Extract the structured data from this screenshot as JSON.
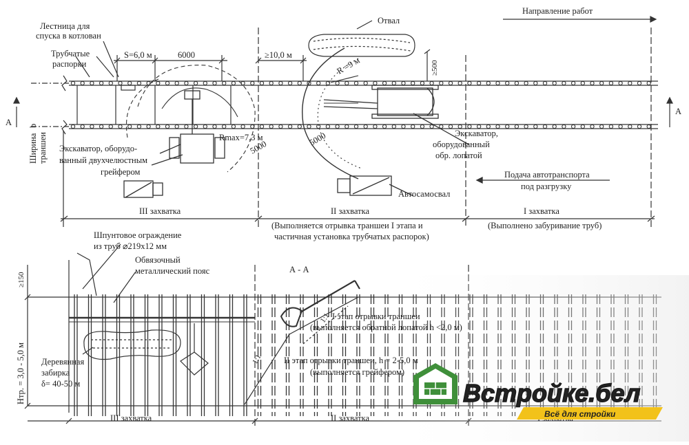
{
  "top": {
    "direction": "Направление работ",
    "ladder_line1": "Лестница для",
    "ladder_line2": "спуска в котлован",
    "struts_line1": "Трубчатые",
    "struts_line2": "распорки",
    "spacing": "S=6,0 м",
    "dim_6000": "6000",
    "dim_10": "≥10,0 м",
    "dim_500": "≥500",
    "spoil": "Отвал",
    "radius_shovel": "R   =9 м",
    "radius_grab": "Rmax=7,3 м",
    "dim_5000_a": "5000",
    "dim_5000_b": "5000",
    "section_left": "А",
    "section_right": "А",
    "width_line1": "Ширина",
    "width_line2": "траншеи",
    "width_b": "b",
    "grab_line1": "Экскаватор, оборудо-",
    "grab_line2": "ванный двухчелюстным",
    "grab_line3": "грейфером",
    "shovel_line1": "Экскаватор,",
    "shovel_line2": "оборудованный",
    "shovel_line3": "обр. лопатой",
    "truck_supply_line1": "Подача автотранспорта",
    "truck_supply_line2": "под разгрузку",
    "truck": "Автосамосвал",
    "zone3": "III захватка",
    "zone2": "II захватка",
    "zone1": "I захватка",
    "zone2_note1": "(Выполняется отрывка траншеи I этапа и",
    "zone2_note2": "частичная установка трубчатых распорок)",
    "zone1_note": "(Выполнено забуривание труб)"
  },
  "bottom": {
    "sheet_line1": "Шпунтовое ограждение",
    "sheet_line2": "из труб  ⌀219х12 мм",
    "belt_line1": "Обвязочный",
    "belt_line2": "металлический пояс",
    "section_title": "А - А",
    "dim_150": "≥150",
    "height": "Нтр. = 3,0 - 5,0 м",
    "lagging_line1": "Деревянная",
    "lagging_line2": "забирка",
    "lagging_line3": "δ= 40-50 м",
    "stage1_line1": "I этап отрывки траншеи",
    "stage1_line2": "(выполняется обратной лопатой h <2,0 м)",
    "stage2_line1": "II этап отрывки траншеи, h = 2-5,0 м",
    "stage2_line2": "(выполняется грейфером)",
    "slope_a": "1:1",
    "slope_b": "1:1",
    "zone3": "III захватка",
    "zone2": "II захватка",
    "zone1": "I захватка"
  },
  "watermark": {
    "brand": "Встройке.бел",
    "tagline": "Всё для стройки",
    "logo_color": "#3f8f3a",
    "banner_color": "#f2c21a"
  }
}
